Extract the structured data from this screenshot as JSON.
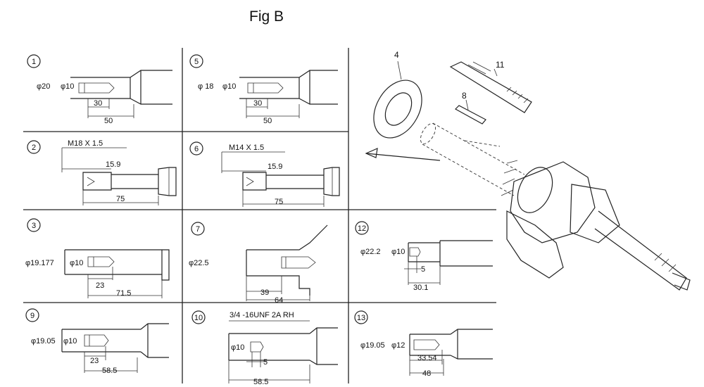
{
  "figure": {
    "title": "Fig B"
  },
  "panels": [
    {
      "num": "1",
      "dims": [
        "φ20",
        "φ10",
        "30",
        "50"
      ]
    },
    {
      "num": "5",
      "dims": [
        "φ 18",
        "φ10",
        "30",
        "50"
      ]
    },
    {
      "num": "2",
      "dims": [
        "M18 X 1.5",
        "15.9",
        "75"
      ]
    },
    {
      "num": "6",
      "dims": [
        "M14 X 1.5",
        "15.9",
        "75"
      ]
    },
    {
      "num": "3",
      "dims": [
        "φ19.177",
        "φ10",
        "23",
        "71.5"
      ]
    },
    {
      "num": "7",
      "dims": [
        "φ22.5",
        "39",
        "64"
      ]
    },
    {
      "num": "12",
      "dims": [
        "φ22.2",
        "φ10",
        "5",
        "30.1"
      ]
    },
    {
      "num": "9",
      "dims": [
        "φ19.05",
        "φ10",
        "23",
        "58.5"
      ]
    },
    {
      "num": "10",
      "dims": [
        "3/4 -16UNF 2A RH",
        "φ10",
        "5",
        "58.5"
      ]
    },
    {
      "num": "13",
      "dims": [
        "φ19.05",
        "φ12",
        "33.54",
        "48"
      ]
    }
  ],
  "callouts": [
    "4",
    "8",
    "11"
  ]
}
